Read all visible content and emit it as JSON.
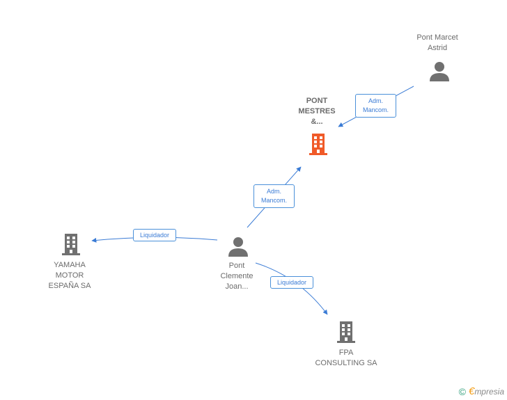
{
  "nodes": {
    "pont_marcet": {
      "label": "Pont Marcet\nAstrid",
      "type": "person",
      "color": "#707070"
    },
    "pont_mestres": {
      "label": "PONT\nMESTRES\n&...",
      "type": "company",
      "color": "#f05a28"
    },
    "pont_clemente": {
      "label": "Pont\nClemente\nJoan...",
      "type": "person",
      "color": "#707070"
    },
    "yamaha": {
      "label": "YAMAHA\nMOTOR\nESPAÑA SA",
      "type": "company",
      "color": "#707070"
    },
    "fpa": {
      "label": "FPA\nCONSULTING SA",
      "type": "company",
      "color": "#707070"
    }
  },
  "edges": {
    "marcet_to_mestres": "Adm.\nMancom.",
    "clemente_to_mestres": "Adm.\nMancom.",
    "clemente_to_yamaha": "Liquidador",
    "clemente_to_fpa": "Liquidador"
  },
  "edge_color": "#3a7bd5",
  "footer": {
    "copyright": "©",
    "brand_initial": "€",
    "brand_rest": "mpresia"
  }
}
